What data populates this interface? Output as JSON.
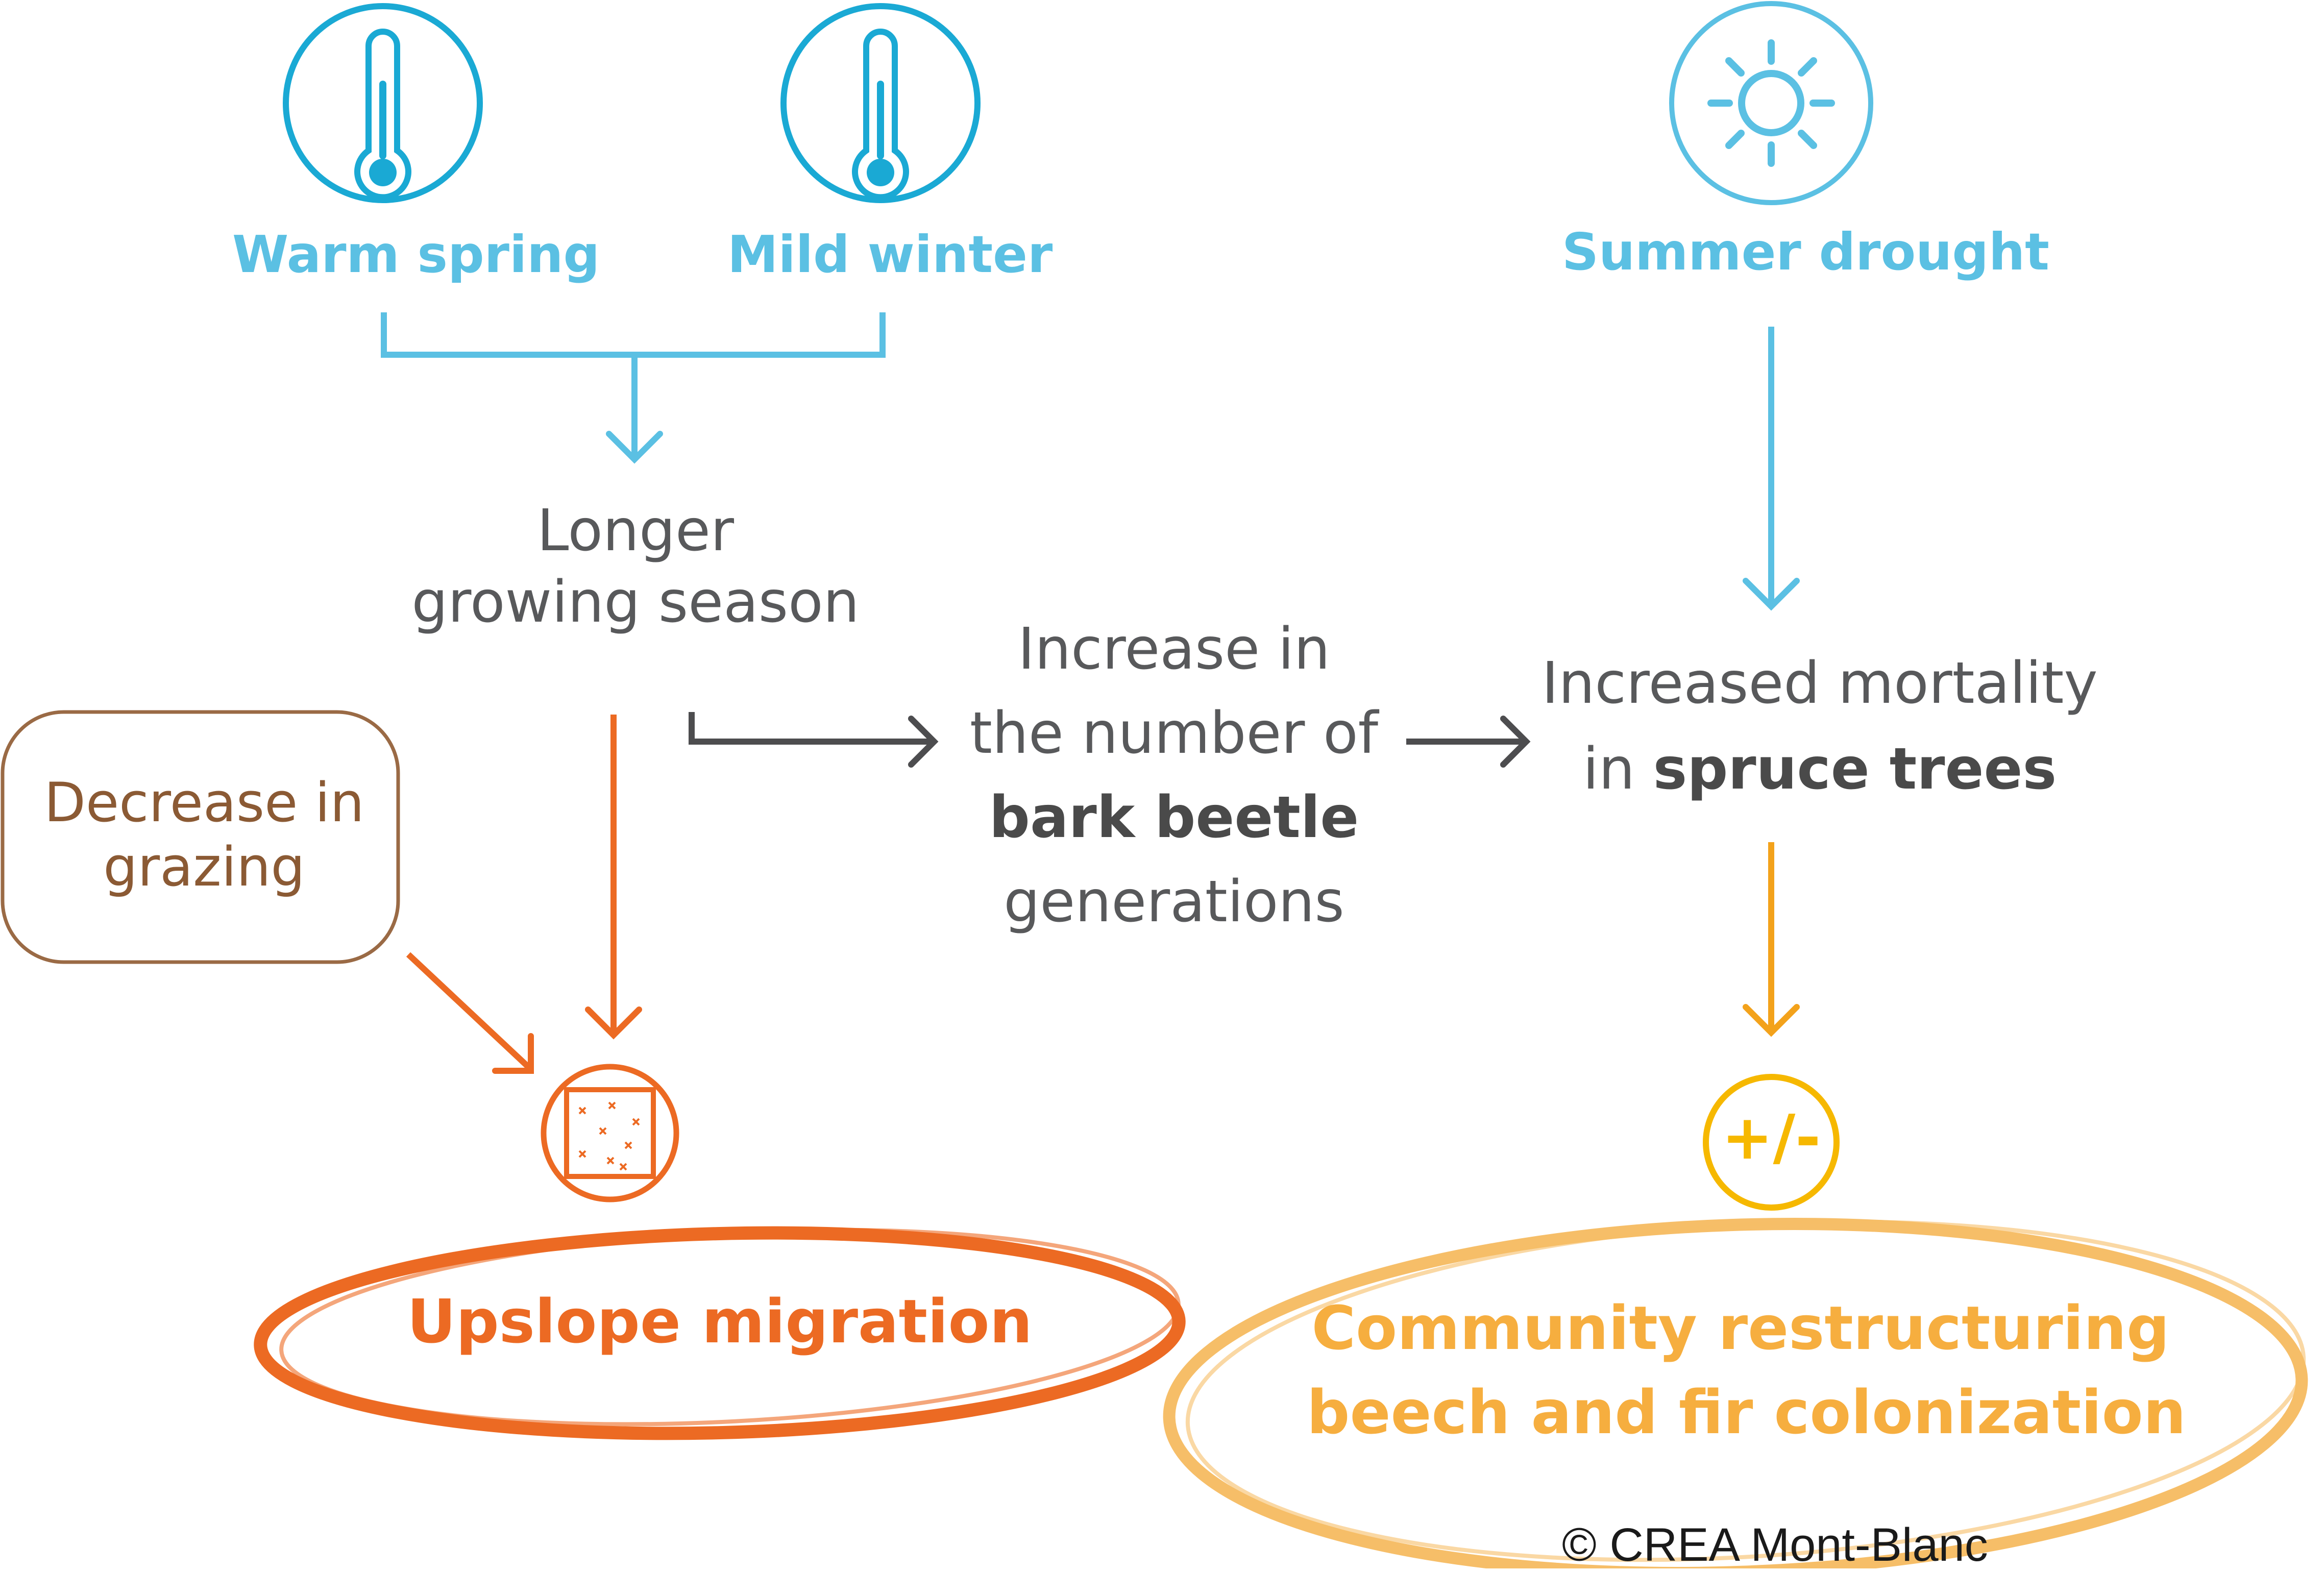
{
  "colors": {
    "blue": "#1aa9d4",
    "light_blue": "#5bc0e3",
    "gray": "#58595b",
    "dark_arrow": "#4d4d4f",
    "brown": "#9a6a45",
    "orange": "#ec6a23",
    "amber": "#f3a21b",
    "yellow": "#f6ae3f"
  },
  "icons": {
    "thermometer_left": "thermometer-icon",
    "thermometer_right": "thermometer-icon",
    "sun": "sun-icon",
    "quadrat": "quadrat-plot-icon",
    "plus_minus": "plus-minus-icon"
  },
  "nodes": {
    "warm_spring": "Warm spring",
    "mild_winter": "Mild winter",
    "summer_drought": "Summer drought",
    "longer_growing_season": {
      "line1": "Longer",
      "line2": "growing season"
    },
    "bark_beetle": {
      "line1": "Increase in",
      "line2": "the number of",
      "line3_bold": "bark beetle",
      "line4": "generations"
    },
    "spruce_mortality": {
      "line1": "Increased mortality",
      "line2_prefix": "in ",
      "line2_bold": "spruce trees"
    },
    "decrease_grazing": {
      "line1": "Decrease in",
      "line2": "grazing"
    },
    "plus_minus_symbol": "+/-",
    "upslope_migration": "Upslope migration",
    "community_restructuring": {
      "line1": "Community restructuring",
      "line2": "beech and fir colonization"
    }
  },
  "credit": "© CREA Mont-Blanc"
}
